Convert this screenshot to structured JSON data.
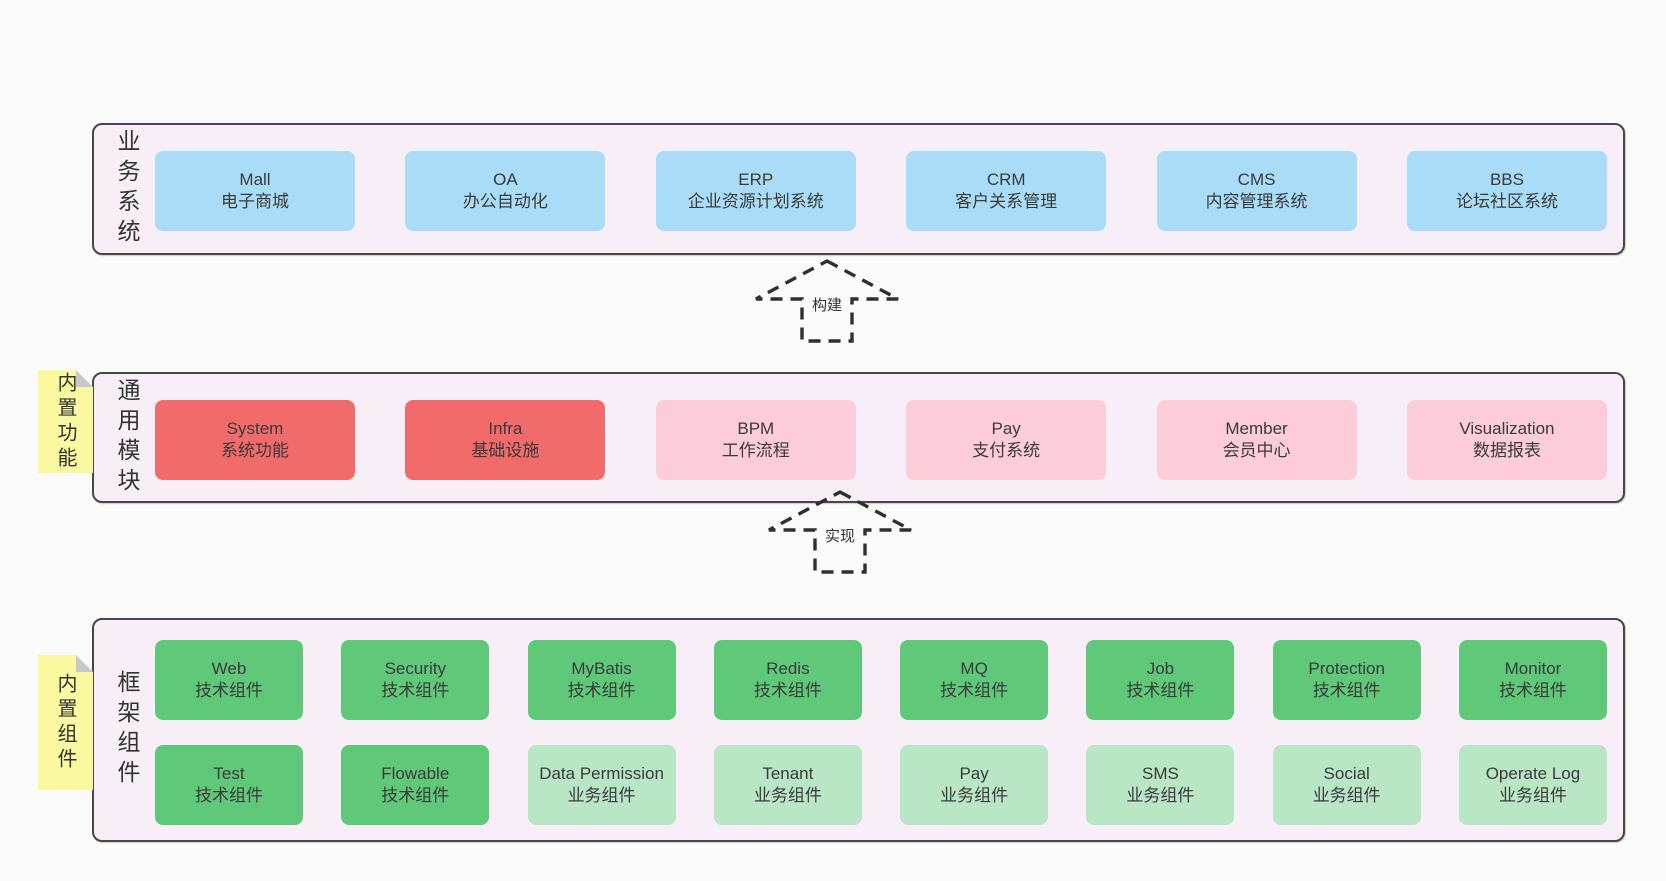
{
  "colors": {
    "blue": "#a9dcf7",
    "red": "#f16b6b",
    "pink": "#fccdd8",
    "green": "#5fc979",
    "lightgreen": "#b9e6c5",
    "note_yellow": "#fbf9a0",
    "panel_background": "#f8eef7",
    "page_background": "#fafafa"
  },
  "sections": {
    "business": {
      "label": "业务系统",
      "boxes": [
        {
          "en": "Mall",
          "zh": "电子商城",
          "color": "blue"
        },
        {
          "en": "OA",
          "zh": "办公自动化",
          "color": "blue"
        },
        {
          "en": "ERP",
          "zh": "企业资源计划系统",
          "color": "blue"
        },
        {
          "en": "CRM",
          "zh": "客户关系管理",
          "color": "blue"
        },
        {
          "en": "CMS",
          "zh": "内容管理系统",
          "color": "blue"
        },
        {
          "en": "BBS",
          "zh": "论坛社区系统",
          "color": "blue"
        }
      ]
    },
    "modules": {
      "label": "通用模块",
      "note": "内置功能",
      "boxes": [
        {
          "en": "System",
          "zh": "系统功能",
          "color": "red"
        },
        {
          "en": "Infra",
          "zh": "基础设施",
          "color": "red"
        },
        {
          "en": "BPM",
          "zh": "工作流程",
          "color": "pink"
        },
        {
          "en": "Pay",
          "zh": "支付系统",
          "color": "pink"
        },
        {
          "en": "Member",
          "zh": "会员中心",
          "color": "pink"
        },
        {
          "en": "Visualization",
          "zh": "数据报表",
          "color": "pink"
        }
      ]
    },
    "components": {
      "label": "框架组件",
      "note": "内置组件",
      "rows": [
        [
          {
            "en": "Web",
            "zh": "技术组件",
            "color": "green"
          },
          {
            "en": "Security",
            "zh": "技术组件",
            "color": "green"
          },
          {
            "en": "MyBatis",
            "zh": "技术组件",
            "color": "green"
          },
          {
            "en": "Redis",
            "zh": "技术组件",
            "color": "green"
          },
          {
            "en": "MQ",
            "zh": "技术组件",
            "color": "green"
          },
          {
            "en": "Job",
            "zh": "技术组件",
            "color": "green"
          },
          {
            "en": "Protection",
            "zh": "技术组件",
            "color": "green"
          },
          {
            "en": "Monitor",
            "zh": "技术组件",
            "color": "green"
          }
        ],
        [
          {
            "en": "Test",
            "zh": "技术组件",
            "color": "green"
          },
          {
            "en": "Flowable",
            "zh": "技术组件",
            "color": "green"
          },
          {
            "en": "Data Permission",
            "zh": "业务组件",
            "color": "lightgreen"
          },
          {
            "en": "Tenant",
            "zh": "业务组件",
            "color": "lightgreen"
          },
          {
            "en": "Pay",
            "zh": "业务组件",
            "color": "lightgreen"
          },
          {
            "en": "SMS",
            "zh": "业务组件",
            "color": "lightgreen"
          },
          {
            "en": "Social",
            "zh": "业务组件",
            "color": "lightgreen"
          },
          {
            "en": "Operate Log",
            "zh": "业务组件",
            "color": "lightgreen"
          }
        ]
      ]
    }
  },
  "arrows": [
    {
      "label": "构建"
    },
    {
      "label": "实现"
    }
  ]
}
